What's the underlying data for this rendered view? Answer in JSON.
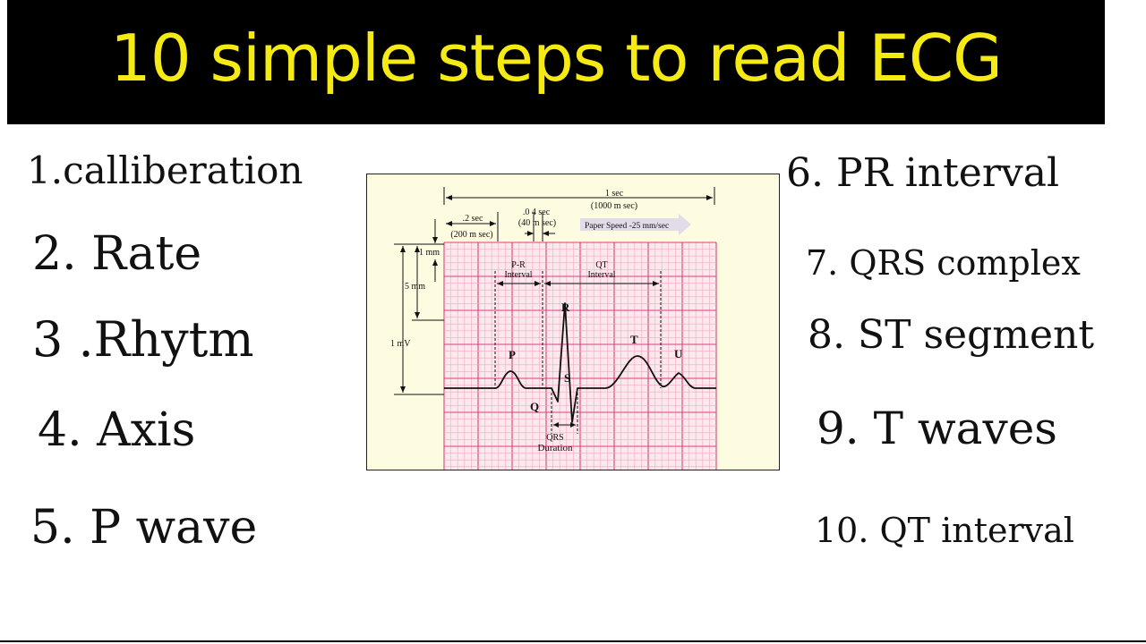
{
  "banner": {
    "title": "10 simple steps to read ECG",
    "title_color": "#f5ea14",
    "background": "#000000"
  },
  "steps_left": [
    "1.calliberation",
    "2. Rate",
    "3 .Rhytm",
    "4. Axis",
    "5. P wave"
  ],
  "steps_right": [
    "6. PR interval",
    "7. QRS complex",
    "8. ST segment",
    "9. T waves",
    "10. QT interval"
  ],
  "ecg": {
    "colors": {
      "paper": "#fdfbe0",
      "grid_minor": "#f2a9c4",
      "grid_major": "#d9417a",
      "trace": "#111111"
    },
    "labels": {
      "one_sec": "1 sec",
      "one_sec_ms": "(1000 m sec)",
      "two_tenths_sec": ".2 sec",
      "two_tenths_ms": "(200 m sec)",
      "four_hundredths_sec": ".0 4 sec",
      "four_hundredths_ms": "(40 m sec)",
      "paper_speed": "Paper Speed -25 mm/sec",
      "one_mm": "1 mm",
      "five_mm": "5 mm",
      "one_mv": "1 mV",
      "pr_interval_1": "P-R",
      "pr_interval_2": "Interval",
      "qt_interval_1": "QT",
      "qt_interval_2": "Interval",
      "qrs_duration_1": "QRS",
      "qrs_duration_2": "Duration",
      "wave_p": "P",
      "wave_q": "Q",
      "wave_r": "R",
      "wave_s": "S",
      "wave_t": "T",
      "wave_u": "U"
    }
  }
}
